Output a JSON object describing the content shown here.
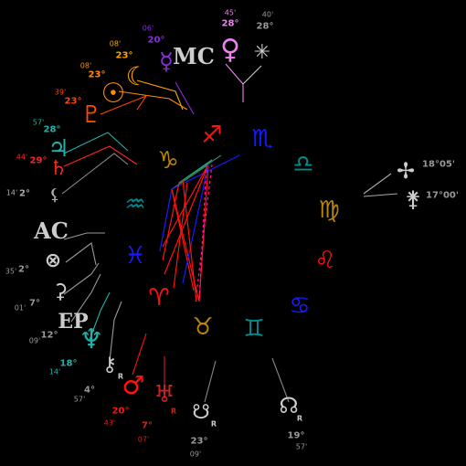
{
  "colors": {
    "fire": "#ff1111",
    "earth": "#b8860b",
    "air": "#008b8b",
    "water": "#1a1aff",
    "muted": "#888888"
  },
  "signs": [
    {
      "key": "sagittarius",
      "glyph": "♐",
      "color": "#ff1111"
    },
    {
      "key": "capricorn",
      "glyph": "♑",
      "color": "#b8860b"
    },
    {
      "key": "scorpio",
      "glyph": "♏",
      "color": "#1a1aff"
    },
    {
      "key": "libra",
      "glyph": "♎",
      "color": "#008b8b"
    },
    {
      "key": "virgo",
      "glyph": "♍",
      "color": "#b8860b"
    },
    {
      "key": "leo",
      "glyph": "♌",
      "color": "#ff1111"
    },
    {
      "key": "cancer",
      "glyph": "♋",
      "color": "#1a1aff"
    },
    {
      "key": "gemini",
      "glyph": "♊",
      "color": "#008b8b"
    },
    {
      "key": "taurus",
      "glyph": "♉",
      "color": "#b8860b"
    },
    {
      "key": "aries",
      "glyph": "♈",
      "color": "#ff1111"
    },
    {
      "key": "pisces",
      "glyph": "♓",
      "color": "#1a1aff"
    },
    {
      "key": "aquarius",
      "glyph": "♒",
      "color": "#008b8b"
    }
  ],
  "points": [
    {
      "key": "venus",
      "glyph": "♀",
      "color": "#ee82ee",
      "deg": "28°",
      "min": "45'",
      "retro": ""
    },
    {
      "key": "vertex",
      "glyph": "✳",
      "color": "#cccccc",
      "deg": "28°",
      "min": "40'",
      "retro": ""
    },
    {
      "key": "mercury",
      "glyph": "☿",
      "color": "#8a2be2",
      "deg": "20°",
      "min": "06'",
      "retro": ""
    },
    {
      "key": "mc",
      "glyph": "MC",
      "color": "#cccccc",
      "deg": "",
      "min": "",
      "retro": ""
    },
    {
      "key": "moon",
      "glyph": "☾",
      "color": "#ffa500",
      "deg": "23°",
      "min": "08'",
      "retro": ""
    },
    {
      "key": "sun",
      "glyph": "☉",
      "color": "#ff8c00",
      "deg": "23°",
      "min": "08'",
      "retro": ""
    },
    {
      "key": "pluto",
      "glyph": "♇",
      "color": "#ff4500",
      "deg": "23°",
      "min": "39'",
      "retro": ""
    },
    {
      "key": "jupiter",
      "glyph": "♃",
      "color": "#20b2aa",
      "deg": "28°",
      "min": "57'",
      "retro": ""
    },
    {
      "key": "saturn",
      "glyph": "♄",
      "color": "#ff2222",
      "deg": "29°",
      "min": "44'",
      "retro": ""
    },
    {
      "key": "lilith",
      "glyph": "⚸",
      "color": "#aaaaaa",
      "deg": "2°",
      "min": "14'",
      "retro": ""
    },
    {
      "key": "ac",
      "glyph": "AC",
      "color": "#cccccc",
      "deg": "",
      "min": "",
      "retro": ""
    },
    {
      "key": "fortune",
      "glyph": "⊗",
      "color": "#cccccc",
      "deg": "2°",
      "min": "35'",
      "retro": ""
    },
    {
      "key": "ceres",
      "glyph": "⚳",
      "color": "#cccccc",
      "deg": "7°",
      "min": "01'",
      "retro": ""
    },
    {
      "key": "ep",
      "glyph": "EP",
      "color": "#cccccc",
      "deg": "12°",
      "min": "09'",
      "retro": ""
    },
    {
      "key": "neptune",
      "glyph": "♆",
      "color": "#20b2aa",
      "deg": "18°",
      "min": "14'",
      "retro": ""
    },
    {
      "key": "chiron",
      "glyph": "⚷",
      "color": "#cccccc",
      "deg": "4°",
      "min": "57'",
      "retro": "R"
    },
    {
      "key": "mars",
      "glyph": "♂",
      "color": "#ff1111",
      "deg": "20°",
      "min": "43'",
      "retro": ""
    },
    {
      "key": "uranus",
      "glyph": "♅",
      "color": "#cc2222",
      "deg": "7°",
      "min": "07'",
      "retro": "R"
    },
    {
      "key": "south_node",
      "glyph": "☋",
      "color": "#cccccc",
      "deg": "23°",
      "min": "09'",
      "retro": "R"
    },
    {
      "key": "north_node",
      "glyph": "☊",
      "color": "#cccccc",
      "deg": "19°",
      "min": "57'",
      "retro": "R"
    },
    {
      "key": "pallas",
      "glyph": "✢",
      "color": "#cccccc",
      "deg": "18°",
      "min": "05'",
      "retro": ""
    },
    {
      "key": "juno",
      "glyph": "⚵",
      "color": "#cccccc",
      "deg": "17°",
      "min": "00'",
      "retro": ""
    }
  ]
}
